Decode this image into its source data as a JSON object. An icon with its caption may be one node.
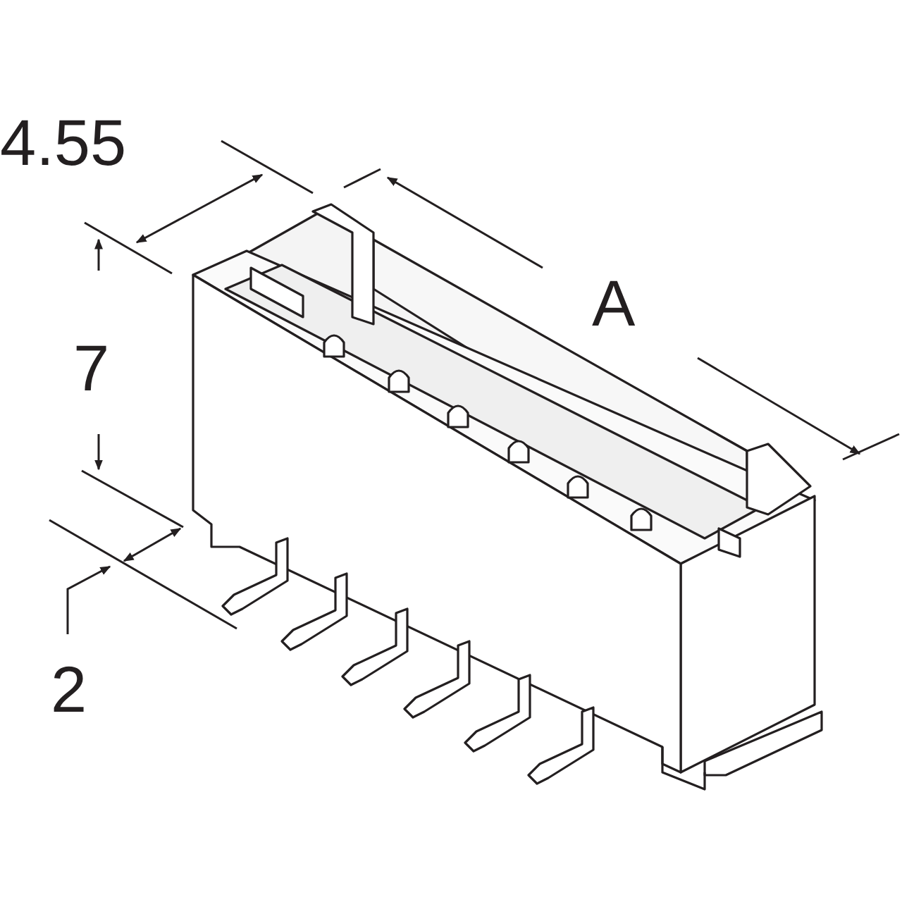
{
  "diagram": {
    "labels": [
      "4.55",
      "7",
      "A",
      "2"
    ]
  }
}
